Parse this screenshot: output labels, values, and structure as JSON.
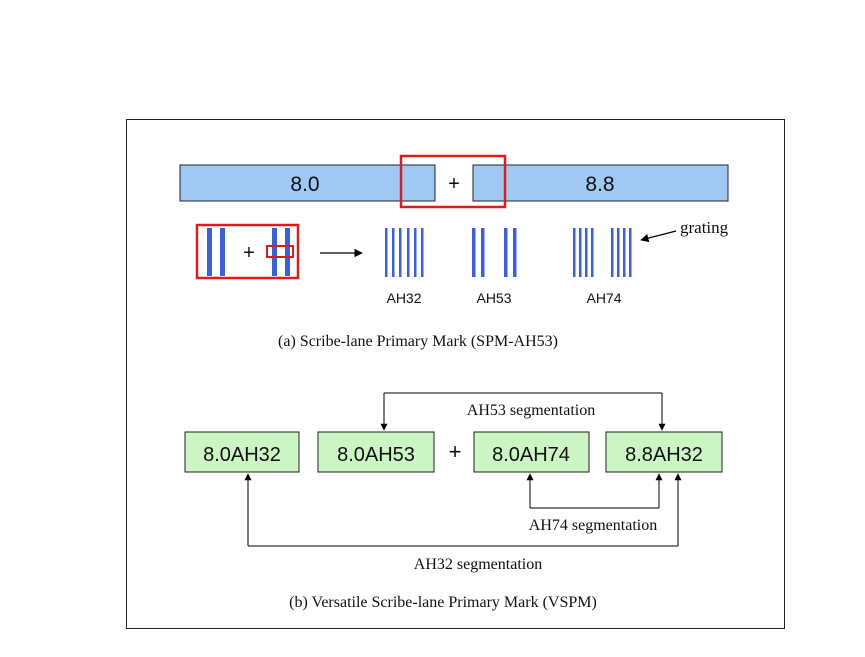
{
  "colors": {
    "blue_fill": "#9fc9f2",
    "grating_blue": "#3a5fe0",
    "green_fill": "#ccf5c4",
    "highlight_red": "#e01b1b"
  },
  "part_a": {
    "bar_left_label": "8.0",
    "bar_right_label": "8.8",
    "bar_plus": "+",
    "detail_plus": "+",
    "grating_label": "grating",
    "gratings": [
      {
        "label": "AH32",
        "lines_per_group": 3
      },
      {
        "label": "AH53",
        "lines_per_group": 2
      },
      {
        "label": "AH74",
        "lines_per_group": 4
      }
    ],
    "caption": "(a) Scribe-lane Primary Mark (SPM-AH53)"
  },
  "part_b": {
    "boxes": [
      "8.0AH32",
      "8.0AH53",
      "8.0AH74",
      "8.8AH32"
    ],
    "plus": "+",
    "seg_ah53": "AH53 segmentation",
    "seg_ah74": "AH74 segmentation",
    "seg_ah32": "AH32 segmentation",
    "caption": "(b) Versatile Scribe-lane Primary Mark (VSPM)"
  }
}
